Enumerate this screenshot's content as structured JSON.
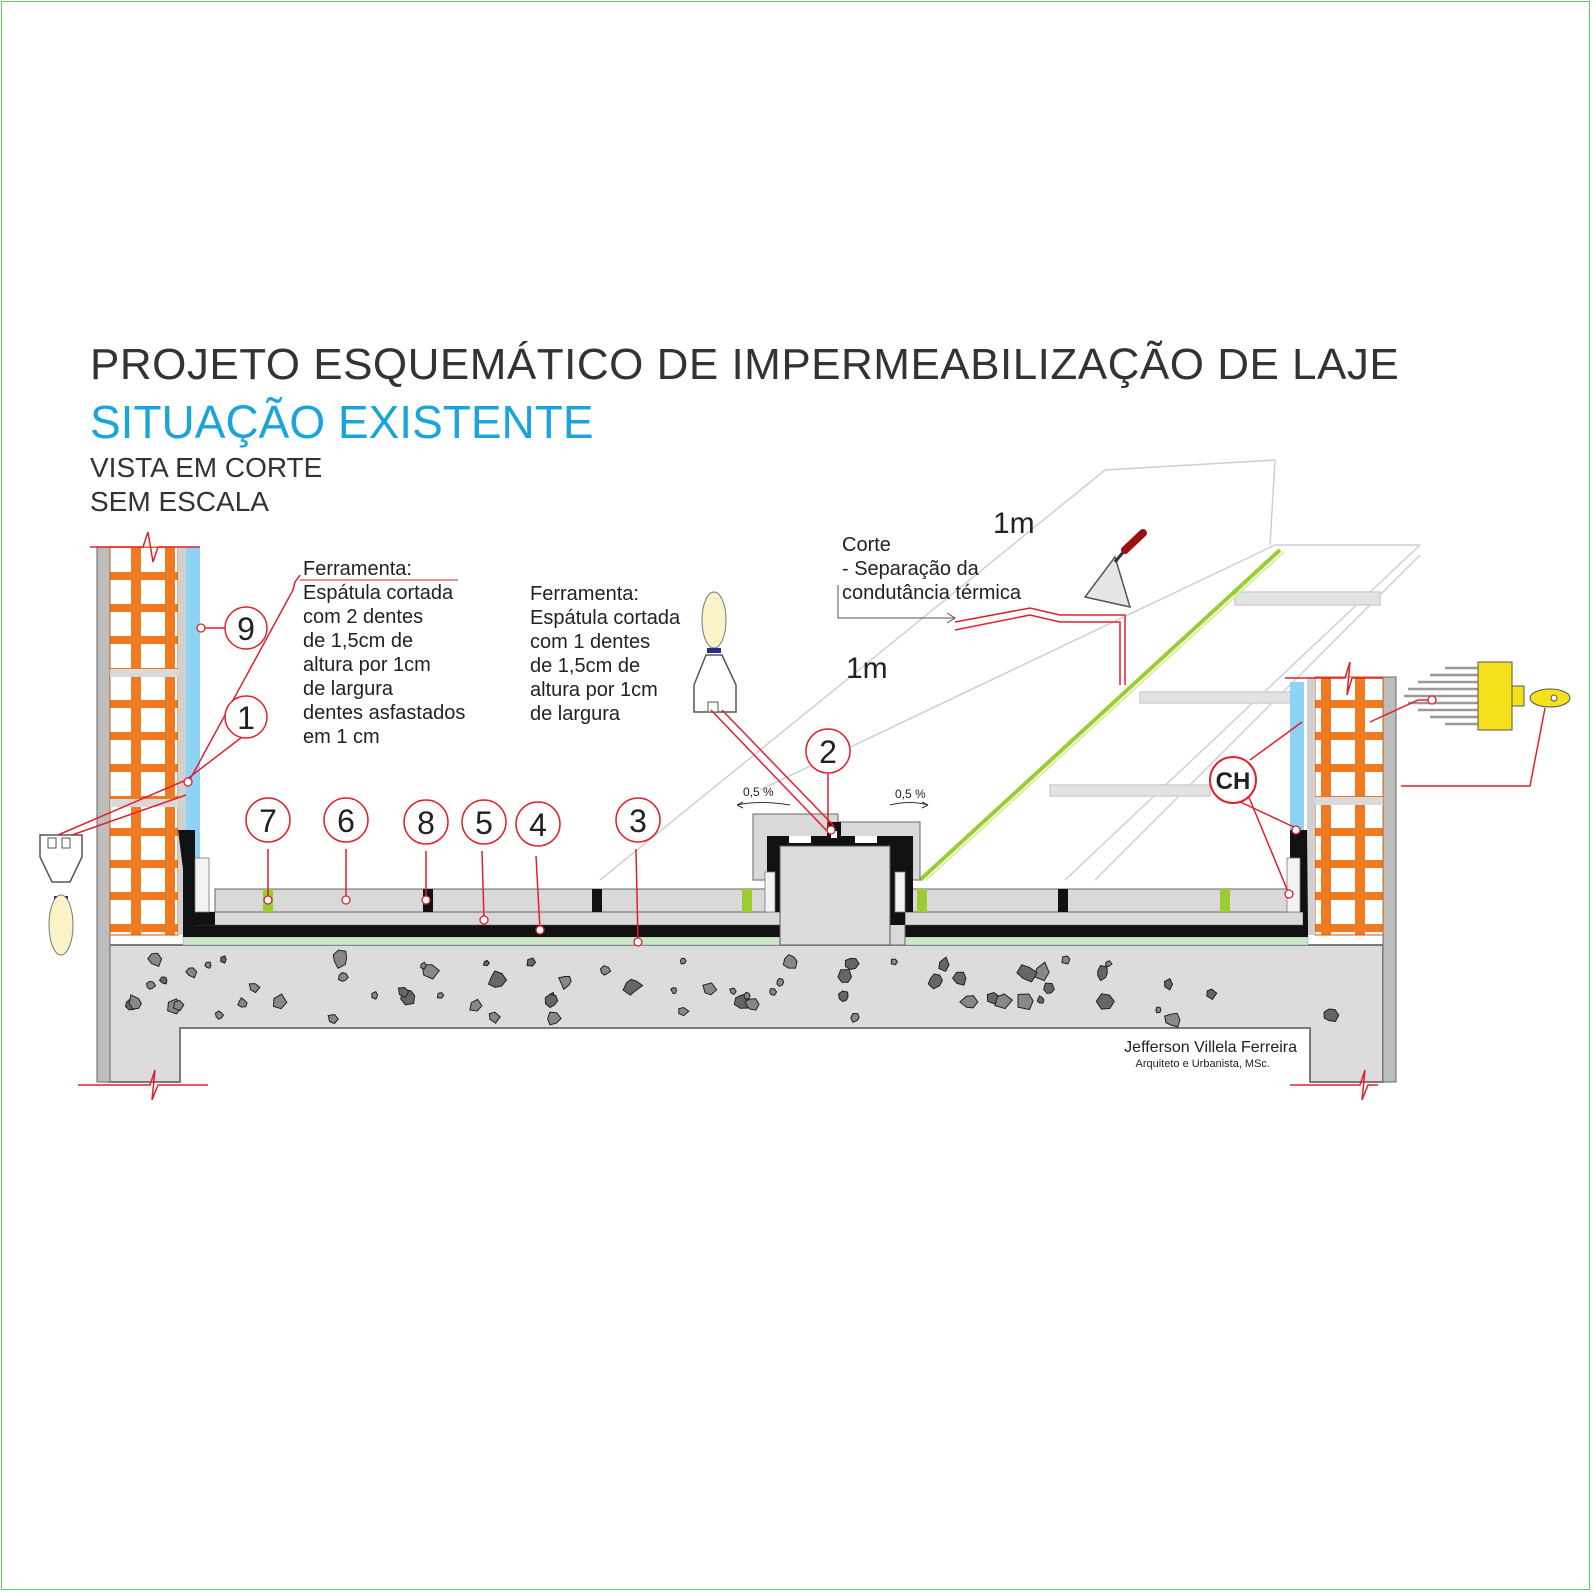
{
  "header": {
    "title": "PROJETO ESQUEMÁTICO DE IMPERMEABILIZAÇÃO DE LAJE",
    "subtitle": "SITUAÇÃO EXISTENTE",
    "view": "VISTA EM CORTE",
    "scale": "SEM ESCALA"
  },
  "notes": {
    "tool_left": [
      "Ferramenta:",
      "Espátula cortada",
      "com 2 dentes",
      "de 1,5cm de",
      "altura por 1cm",
      "de largura",
      "dentes asfastados",
      "em 1 cm"
    ],
    "tool_center": [
      "Ferramenta:",
      "Espátula cortada",
      "com 1 dentes",
      "de 1,5cm de",
      "altura por 1cm",
      "de largura"
    ],
    "cut": [
      "Corte",
      "- Separação da",
      "condutância térmica"
    ]
  },
  "dimensions": {
    "top": "1m",
    "middle": "1m"
  },
  "slopes": {
    "left": "0,5 %",
    "right": "0,5 %"
  },
  "markers": {
    "m1": "1",
    "m2": "2",
    "m3": "3",
    "m4": "4",
    "m5": "5",
    "m6": "6",
    "m7": "7",
    "m8": "8",
    "m9": "9",
    "ch": "CH"
  },
  "credit": {
    "name": "Jefferson Villela Ferreira",
    "role": "Arquiteto e Urbanista, MSc."
  },
  "colors": {
    "accent_red": "#e0212d",
    "subtitle_blue": "#19a5dc",
    "brick": "#f07a22",
    "insulation_blue": "#8fd3f4",
    "joint_green": "#9acd32",
    "brush_yellow": "#f5e11a"
  }
}
